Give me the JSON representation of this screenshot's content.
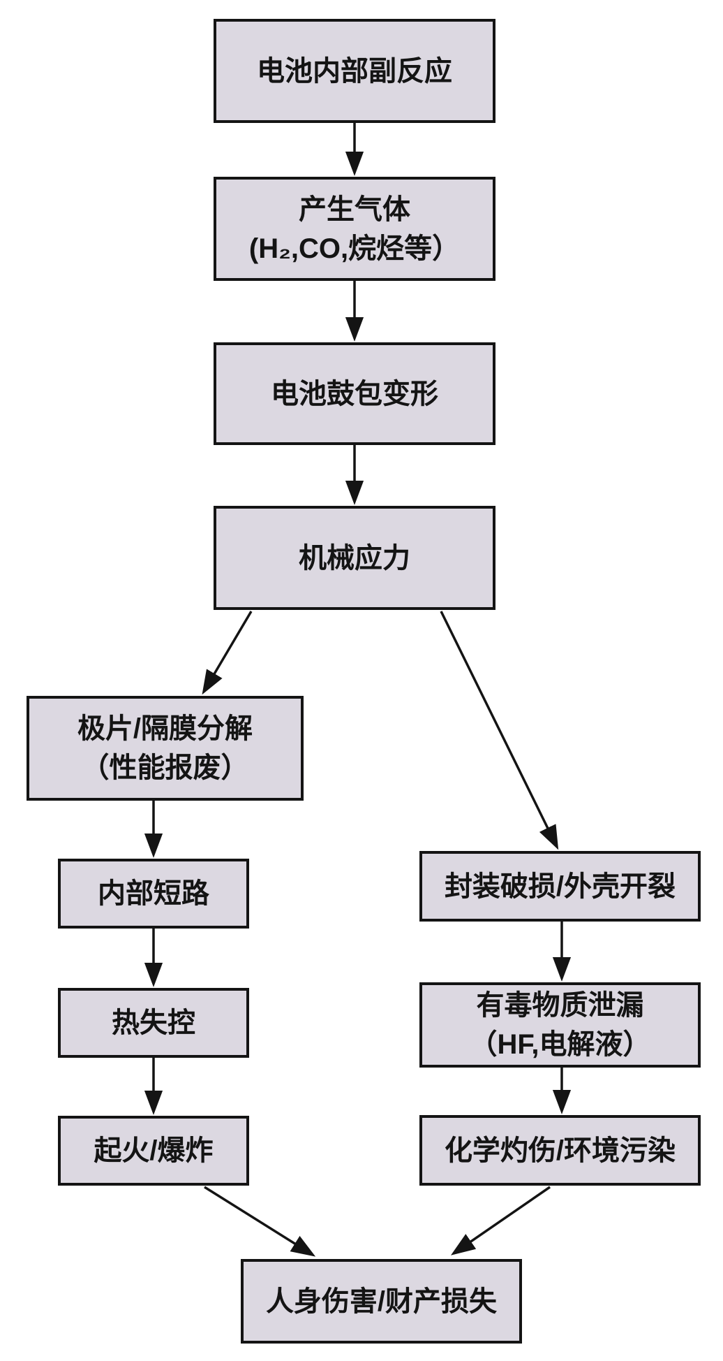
{
  "diagram": {
    "title": "battery-hazard-flowchart",
    "colors": {
      "background": "#ffffff",
      "node-fill": "#dcd8e1",
      "node-border": "#141414",
      "arrow": "#141414",
      "text": "#141414"
    },
    "nodes": [
      {
        "id": "battery-internal-side-reaction",
        "text": "电池内部副反应"
      },
      {
        "id": "gas-generation",
        "text": "产生气体\n(H₂,CO,烷烃等）"
      },
      {
        "id": "battery-swelling-deformation",
        "text": "电池鼓包变形"
      },
      {
        "id": "mechanical-stress",
        "text": "机械应力"
      },
      {
        "id": "electrode-separator-decomposition",
        "text": "极片/隔膜分解\n（性能报废）"
      },
      {
        "id": "internal-short-circuit",
        "text": "内部短路"
      },
      {
        "id": "thermal-runaway",
        "text": "热失控"
      },
      {
        "id": "fire-explosion",
        "text": "起火/爆炸"
      },
      {
        "id": "package-damage-shell-cracking",
        "text": "封装破损/外壳开裂"
      },
      {
        "id": "toxic-substance-leakage",
        "text": "有毒物质泄漏\n（HF,电解液）"
      },
      {
        "id": "chemical-burn-environmental-pollution",
        "text": "化学灼伤/环境污染"
      },
      {
        "id": "personal-injury-property-loss",
        "text": "人身伤害/财产损失"
      }
    ],
    "edges": [
      {
        "from": "battery-internal-side-reaction",
        "to": "gas-generation"
      },
      {
        "from": "gas-generation",
        "to": "battery-swelling-deformation"
      },
      {
        "from": "battery-swelling-deformation",
        "to": "mechanical-stress"
      },
      {
        "from": "mechanical-stress",
        "to": "electrode-separator-decomposition"
      },
      {
        "from": "mechanical-stress",
        "to": "package-damage-shell-cracking"
      },
      {
        "from": "electrode-separator-decomposition",
        "to": "internal-short-circuit"
      },
      {
        "from": "internal-short-circuit",
        "to": "thermal-runaway"
      },
      {
        "from": "thermal-runaway",
        "to": "fire-explosion"
      },
      {
        "from": "package-damage-shell-cracking",
        "to": "toxic-substance-leakage"
      },
      {
        "from": "toxic-substance-leakage",
        "to": "chemical-burn-environmental-pollution"
      },
      {
        "from": "fire-explosion",
        "to": "personal-injury-property-loss"
      },
      {
        "from": "chemical-burn-environmental-pollution",
        "to": "personal-injury-property-loss"
      }
    ]
  }
}
